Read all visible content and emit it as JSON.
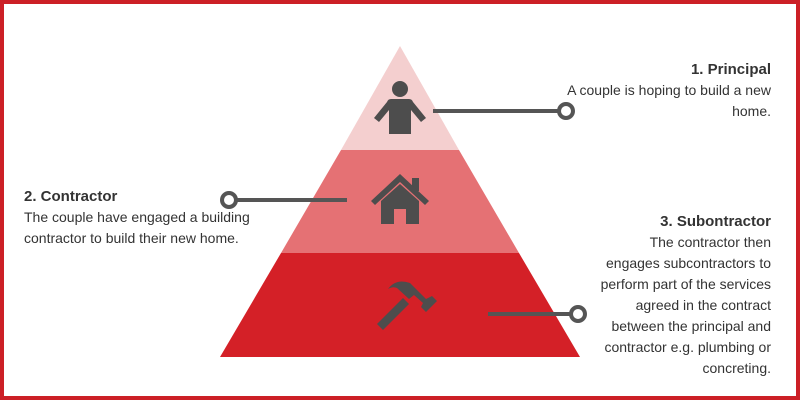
{
  "levels": [
    {
      "id": "principal",
      "heading": "1. Principal",
      "text": "A couple is hoping to build a new home.",
      "text_lines": [
        "A couple is hoping to build a new",
        "home."
      ],
      "icon": "person-icon",
      "fill": "#f4cfcf"
    },
    {
      "id": "contractor",
      "heading": "2. Contractor",
      "text": "The couple have engaged a building contractor to build their new home.",
      "text_lines": [
        "The couple have engaged a building",
        "contractor to build their new home."
      ],
      "icon": "house-icon",
      "fill": "#e57174"
    },
    {
      "id": "subcontractor",
      "heading": "3. Subontractor",
      "text": "The contractor then engages subcontractors to perform part of the services agreed in the contract between the principal and contractor e.g. plumbing or concreting.",
      "text_lines": [
        "The contractor then",
        "engages subcontractors to",
        "perform part of the services",
        "agreed in the contract",
        "between the principal and",
        "contractor e.g. plumbing or",
        "concreting."
      ],
      "icon": "hammer-icon",
      "fill": "#d42027"
    }
  ],
  "colors": {
    "border": "#cc1f26",
    "icon": "#4d4d4d",
    "connector": "#555555",
    "text": "#333333"
  }
}
